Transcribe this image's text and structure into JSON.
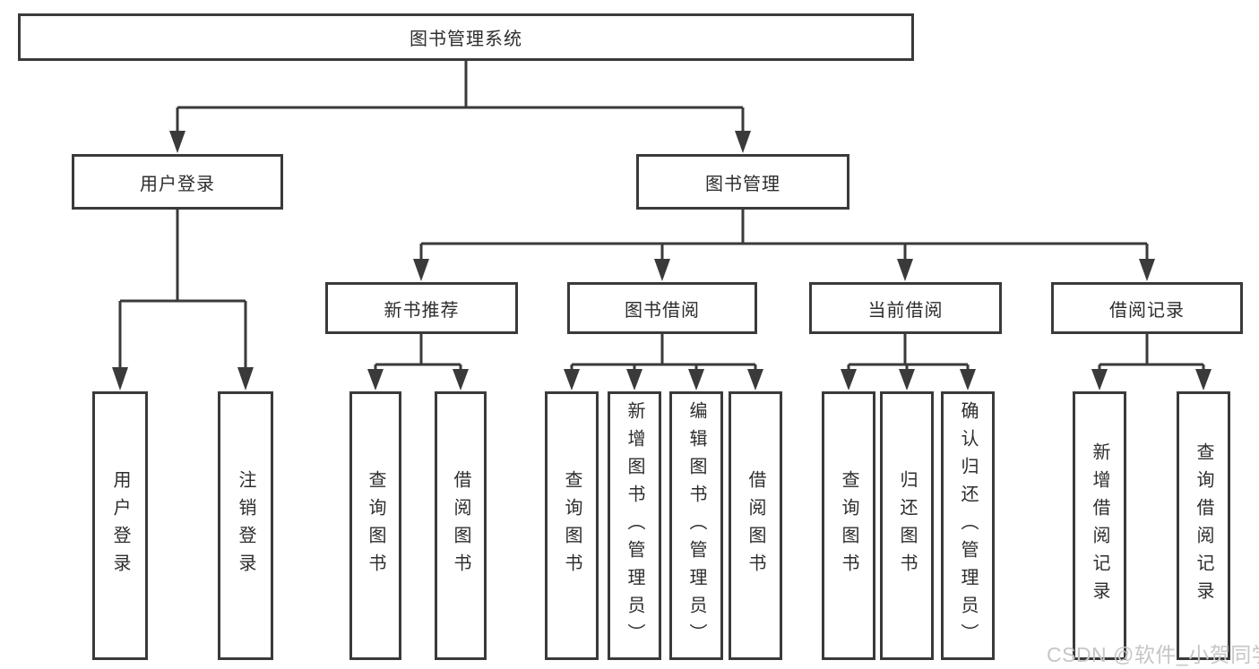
{
  "tree": {
    "root": {
      "label": "图书管理系统"
    },
    "branches": [
      {
        "label": "用户登录",
        "children": [
          {
            "label": "用户登录"
          },
          {
            "label": "注销登录"
          }
        ]
      },
      {
        "label": "图书管理",
        "children": [
          {
            "label": "新书推荐",
            "children": [
              {
                "label": "查询图书"
              },
              {
                "label": "借阅图书"
              }
            ]
          },
          {
            "label": "图书借阅",
            "children": [
              {
                "label": "查询图书"
              },
              {
                "label": "新增图书（管理员）"
              },
              {
                "label": "编辑图书（管理员）"
              },
              {
                "label": "借阅图书"
              }
            ]
          },
          {
            "label": "当前借阅",
            "children": [
              {
                "label": "查询图书"
              },
              {
                "label": "归还图书"
              },
              {
                "label": "确认归还（管理员）"
              }
            ]
          },
          {
            "label": "借阅记录",
            "children": [
              {
                "label": "新增借阅记录"
              },
              {
                "label": "查询借阅记录"
              }
            ]
          }
        ]
      }
    ]
  },
  "watermark": "CSDN @软件_小贺同学",
  "colors": {
    "line": "#3a3a3a",
    "box_border": "#3a3a3a",
    "text": "#2d2d2d",
    "watermark": "#c6c6c6"
  }
}
